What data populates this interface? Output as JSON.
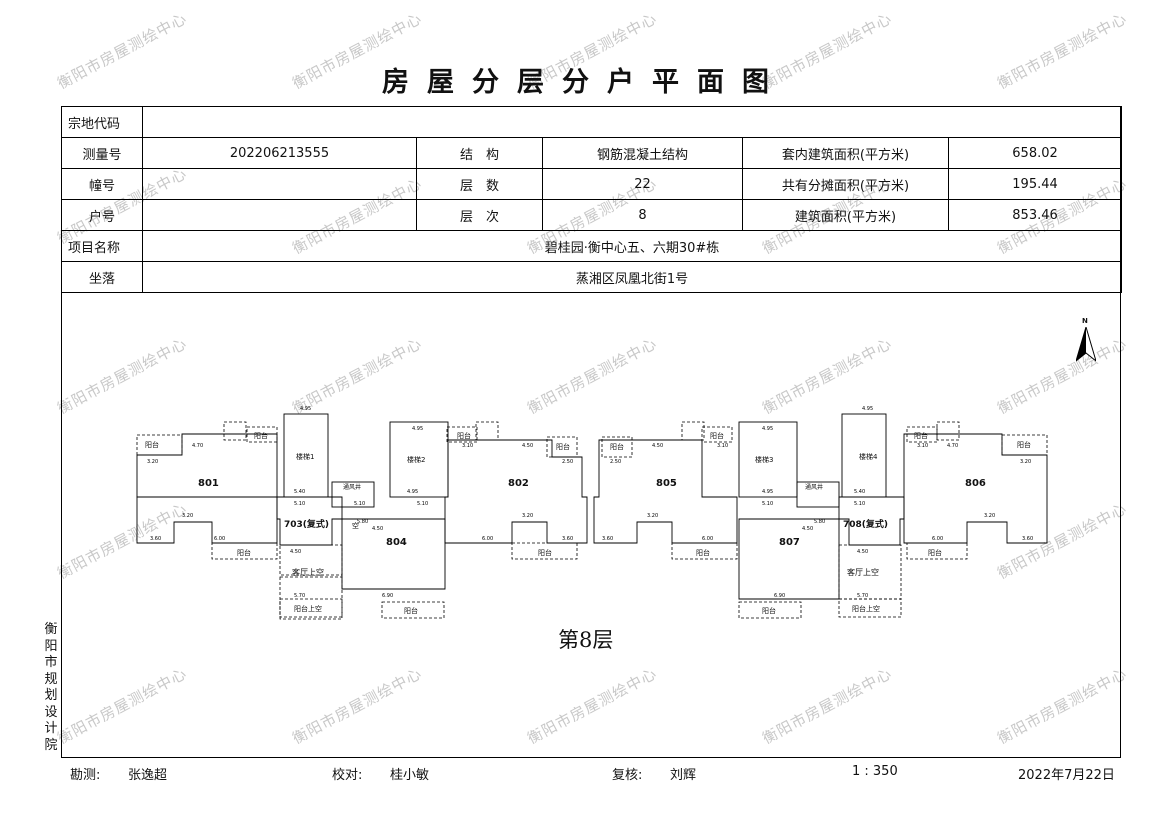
{
  "title": "房屋分层分户平面图",
  "info": {
    "zongdi_label": "宗地代码",
    "zongdi_value": "",
    "celiang_label": "测量号",
    "celiang_value": "202206213555",
    "jiegou_label": "结　构",
    "jiegou_value": "钢筋混凝土结构",
    "taonei_label": "套内建筑面积(平方米)",
    "taonei_value": "658.02",
    "zhuang_label": "幢号",
    "zhuang_value": "",
    "cengshu_label": "层　数",
    "cengshu_value": "22",
    "gongyou_label": "共有分摊面积(平方米)",
    "gongyou_value": "195.44",
    "hu_label": "户号",
    "hu_value": "",
    "cengci_label": "层　次",
    "cengci_value": "8",
    "jianzhu_label": "建筑面积(平方米)",
    "jianzhu_value": "853.46",
    "xiangmu_label": "项目名称",
    "xiangmu_value": "碧桂园·衡中心五、六期30#栋",
    "zuoluo_label": "坐落",
    "zuoluo_value": "蒸湘区凤凰北街1号"
  },
  "plan": {
    "floor_label": "第8层",
    "north": "N",
    "units": [
      "801",
      "802",
      "804",
      "805",
      "806",
      "807"
    ],
    "unit_703": "703(复式)",
    "unit_708": "708(复式)",
    "stair1": "楼梯1",
    "stair2": "楼梯2",
    "stair3": "楼梯3",
    "stair4": "楼梯4",
    "shaft1": "通风井",
    "shaft2": "通风井",
    "balcony": "阳台",
    "void": "客厅上空",
    "balcony_void": "阳台上空",
    "void_short": "空"
  },
  "side_text": "衡阳市规划设计院",
  "footer": {
    "kance_label": "勘测:",
    "kance_value": "张逸超",
    "jiaodui_label": "校对:",
    "jiaodui_value": "桂小敏",
    "fuhe_label": "复核:",
    "fuhe_value": "刘辉",
    "scale": "1 : 350",
    "date": "2022年7月22日"
  },
  "watermark": "衡阳市房屋测绘中心"
}
